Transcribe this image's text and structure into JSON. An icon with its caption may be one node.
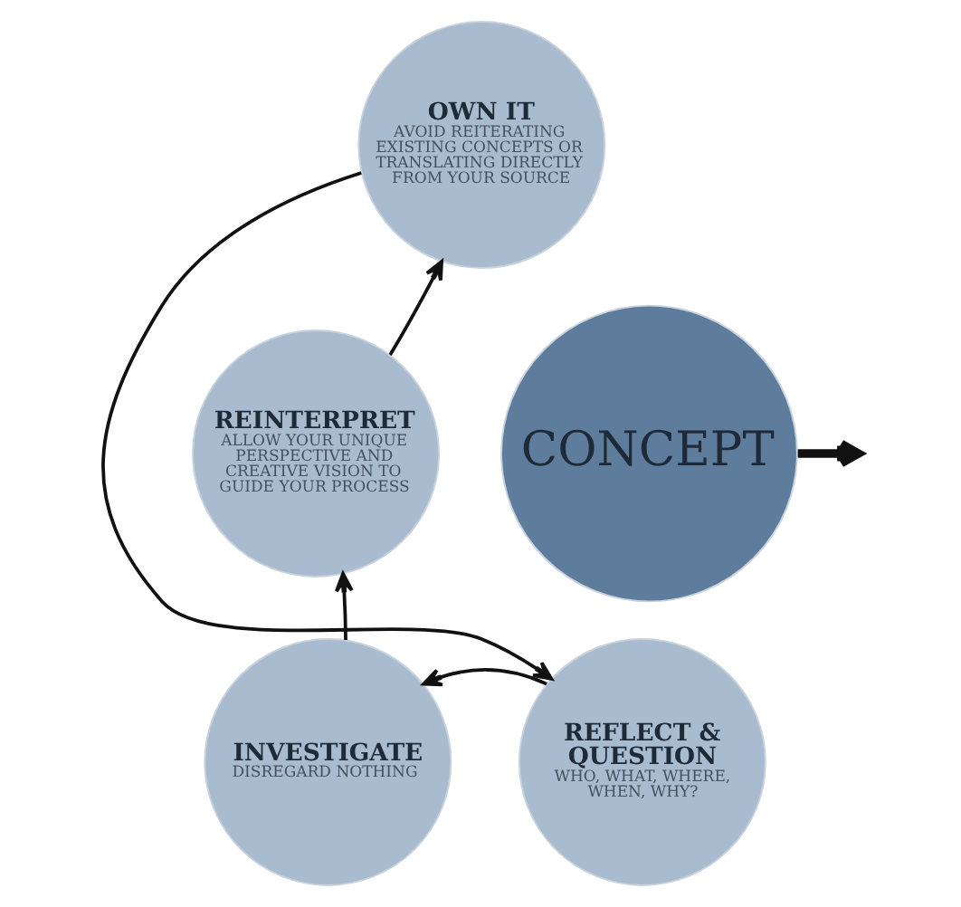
{
  "diagram": {
    "nodes": [
      {
        "text": [
          "CONCEPT"
        ]
      },
      {
        "text": [
          "OWN IT",
          "AVOID REITERATING EXISTING CONCEPTS OR TRANSLATING DIRECTLY FROM YOUR SOURCE"
        ]
      },
      {
        "text": [
          "REFLECT & QUESTION",
          "WHO, WHAT, WHERE, WHEN, WHY?"
        ]
      },
      {
        "text": [
          "INVESTIGATE",
          "DISREGARD NOTHING"
        ]
      },
      {
        "text": [
          "REINTERPRET",
          "ALLOW YOUR UNIQUE PERSPECTIVE AND CREATIVE VISION TO GUIDE YOUR PROCESS"
        ]
      }
    ],
    "edges": [
      {
        "from": 1,
        "to": 2,
        "arrow": "to"
      },
      {
        "from": 2,
        "to": 3,
        "arrow": "to"
      },
      {
        "from": 3,
        "to": 4,
        "arrow": "to"
      },
      {
        "from": 4,
        "to": 1,
        "arrow": "to"
      },
      {
        "from": 0,
        "to": null,
        "arrow": "to",
        "style": "thick"
      }
    ]
  }
}
